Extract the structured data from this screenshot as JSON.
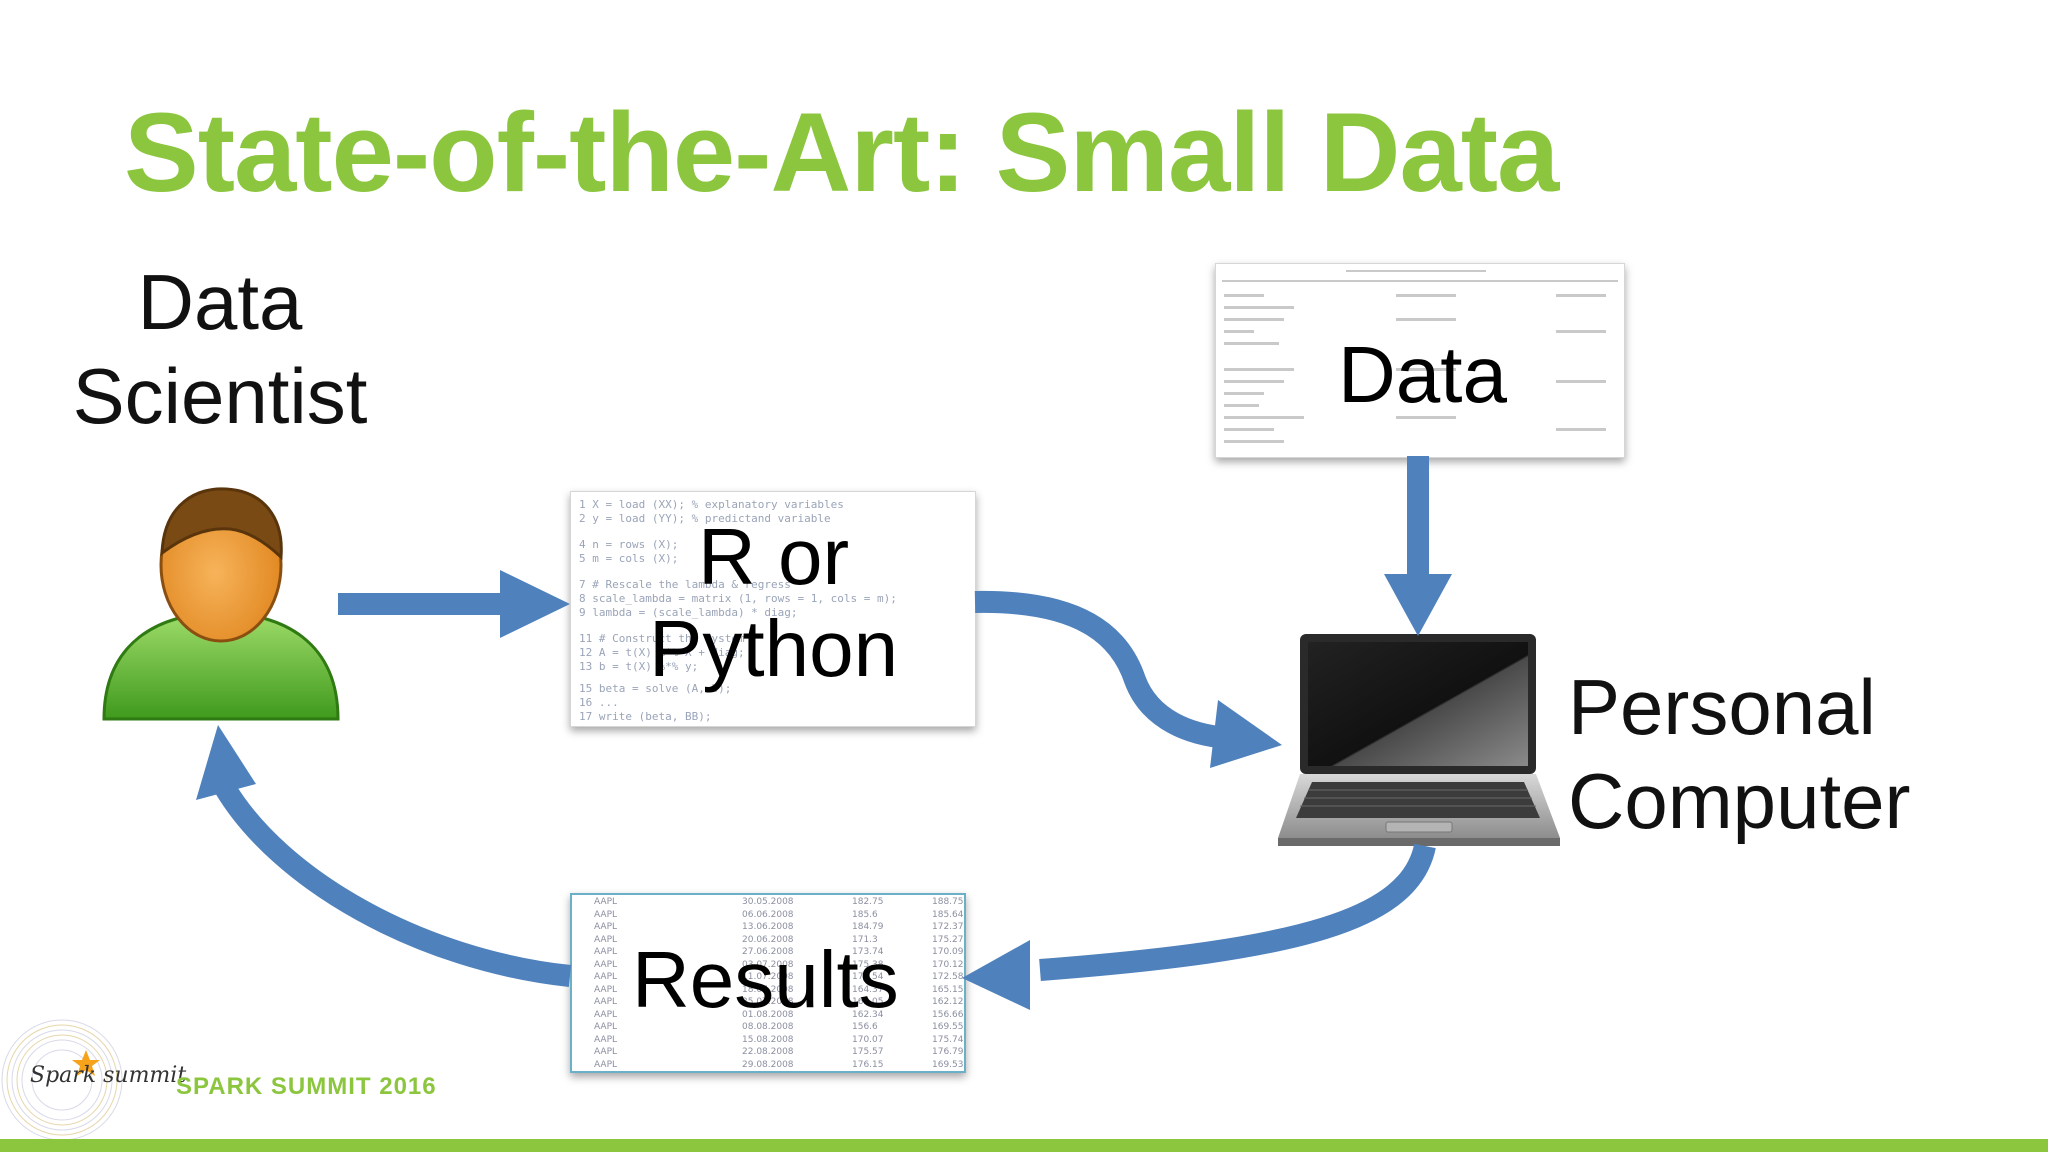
{
  "slide": {
    "title": "State-of-the-Art: Small Data",
    "footer": "SPARK SUMMIT 2016",
    "logo_text": "Spark summit",
    "accent_color": "#8cc63f",
    "arrow_color": "#4f81bd"
  },
  "nodes": {
    "data_scientist": {
      "label_line1": "Data",
      "label_line2": "Scientist",
      "icon": "person-icon"
    },
    "code": {
      "label_line1": "R or",
      "label_line2": "Python"
    },
    "data": {
      "label": "Data"
    },
    "computer": {
      "label_line1": "Personal",
      "label_line2": "Computer",
      "icon": "laptop-icon"
    },
    "results": {
      "label": "Results"
    }
  },
  "results_table": {
    "rows": [
      [
        "AAPL",
        "30.05.2008",
        "182.75",
        "188.75"
      ],
      [
        "AAPL",
        "06.06.2008",
        "185.6",
        "185.64"
      ],
      [
        "AAPL",
        "13.06.2008",
        "184.79",
        "172.37"
      ],
      [
        "AAPL",
        "20.06.2008",
        "171.3",
        "175.27"
      ],
      [
        "AAPL",
        "27.06.2008",
        "173.74",
        "170.09"
      ],
      [
        "AAPL",
        "03.07.2008",
        "175.38",
        "170.12"
      ],
      [
        "AAPL",
        "11.07.2008",
        "172.54",
        "172.58"
      ],
      [
        "AAPL",
        "18.07.2008",
        "164.37",
        "165.15"
      ],
      [
        "AAPL",
        "25.07.2008",
        "162.05",
        "162.12"
      ],
      [
        "AAPL",
        "01.08.2008",
        "162.34",
        "156.66"
      ],
      [
        "AAPL",
        "08.08.2008",
        "156.6",
        "169.55"
      ],
      [
        "AAPL",
        "15.08.2008",
        "170.07",
        "175.74"
      ],
      [
        "AAPL",
        "22.08.2008",
        "175.57",
        "176.79"
      ],
      [
        "AAPL",
        "29.08.2008",
        "176.15",
        "169.53"
      ]
    ]
  }
}
